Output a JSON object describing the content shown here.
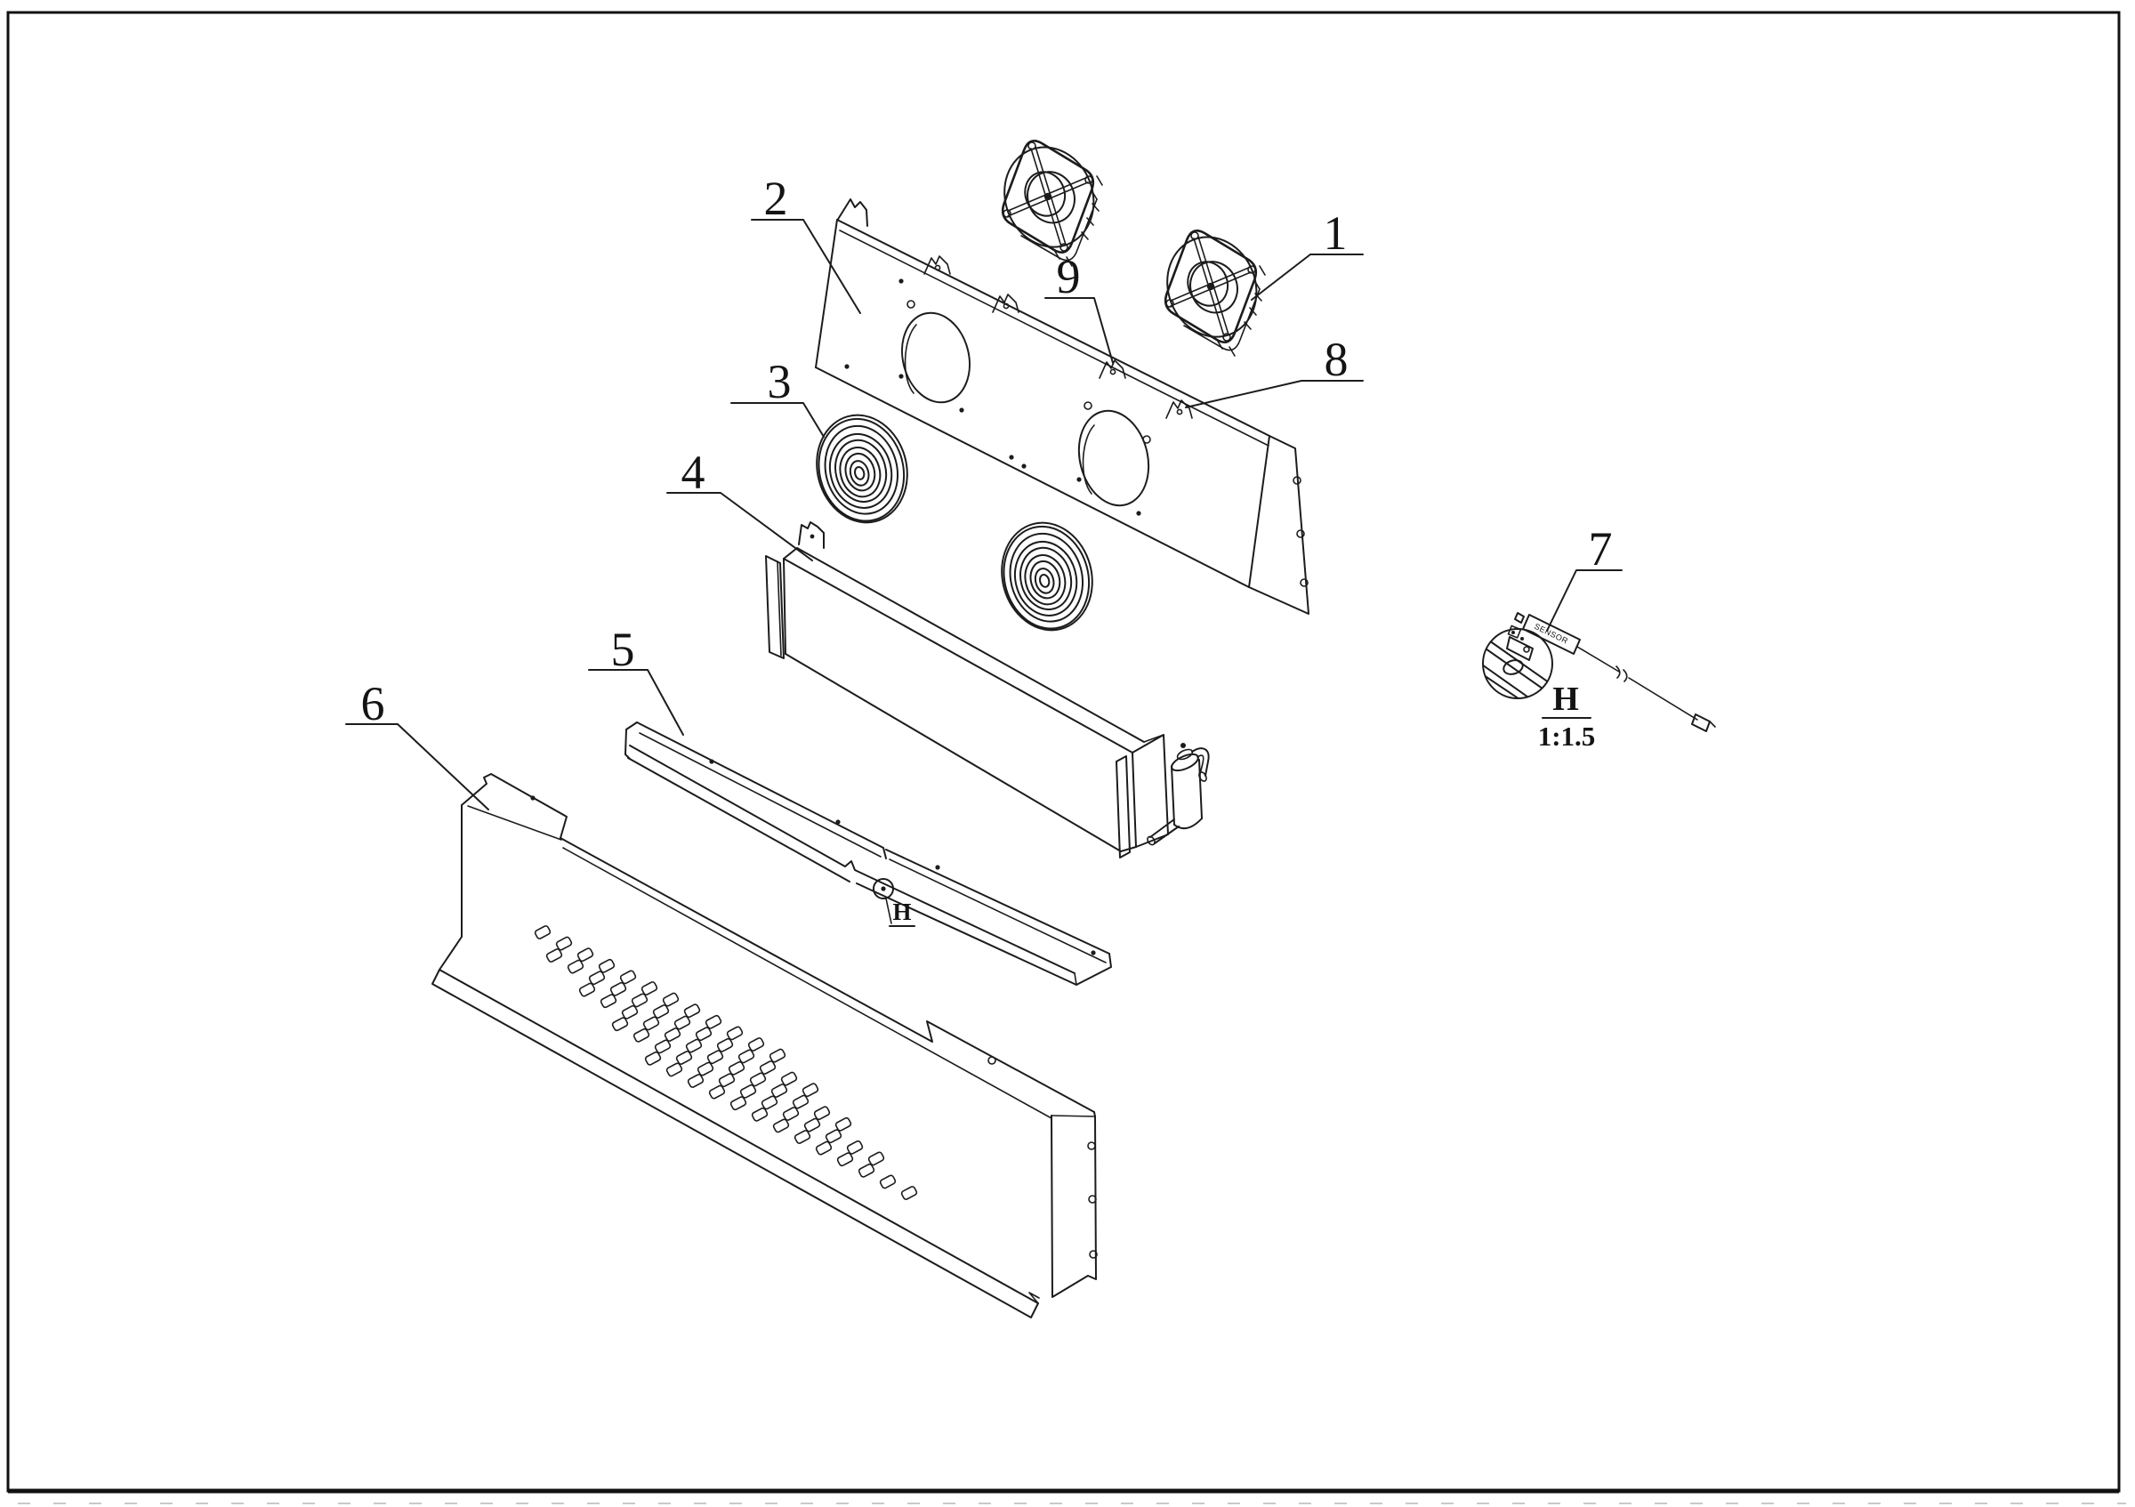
{
  "drawing": {
    "kind": "exploded-view technical line drawing",
    "background_color": "#ffffff",
    "line_color": "#1c1c1c"
  },
  "callouts": [
    {
      "label": "1"
    },
    {
      "label": "2"
    },
    {
      "label": "3"
    },
    {
      "label": "4"
    },
    {
      "label": "5"
    },
    {
      "label": "6"
    },
    {
      "label": "7"
    },
    {
      "label": "8"
    },
    {
      "label": "9"
    }
  ],
  "detail_view": {
    "letter": "H",
    "scale": "1:1.5",
    "sensor_label": "SENSOR"
  },
  "detail_marker": {
    "letter": "H"
  }
}
